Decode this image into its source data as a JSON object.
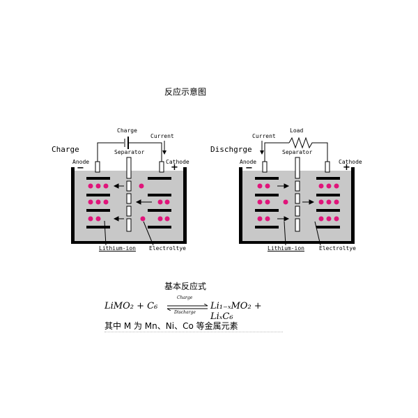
{
  "title": "反应示意图",
  "charge_diagram": {
    "mode_label": "Charge",
    "source_label": "Charge",
    "current_label": "Current",
    "separator_label": "Separator",
    "anode_label": "Anode",
    "cathode_label": "Cathode",
    "anode_sign": "−",
    "cathode_sign": "+",
    "lithium_label": "Lithium-ion",
    "electrolyte_label": "Electroltye"
  },
  "discharge_diagram": {
    "mode_label": "Dischgrge",
    "load_label": "Load",
    "current_label": "Current",
    "separator_label": "Separator",
    "anode_label": "Anode",
    "cathode_label": "Cathode",
    "anode_sign": "−",
    "cathode_sign": "+",
    "lithium_label": "Lithium-ion",
    "electrolyte_label": "Electroltye"
  },
  "reaction": {
    "heading": "基本反应式",
    "left": "LiMO₂ + C₆",
    "right": "Li₁₋ₓMO₂ + LiₓC₆",
    "arrow_top": "Charge",
    "arrow_bottom": "Discharge",
    "note": "其中 M 为 Mn、Ni、Co 等金属元素"
  },
  "colors": {
    "ion": "#e0147a",
    "cell_fill": "#c8c8c8",
    "wall": "#000000",
    "electrode_cap": "#ffffff"
  }
}
